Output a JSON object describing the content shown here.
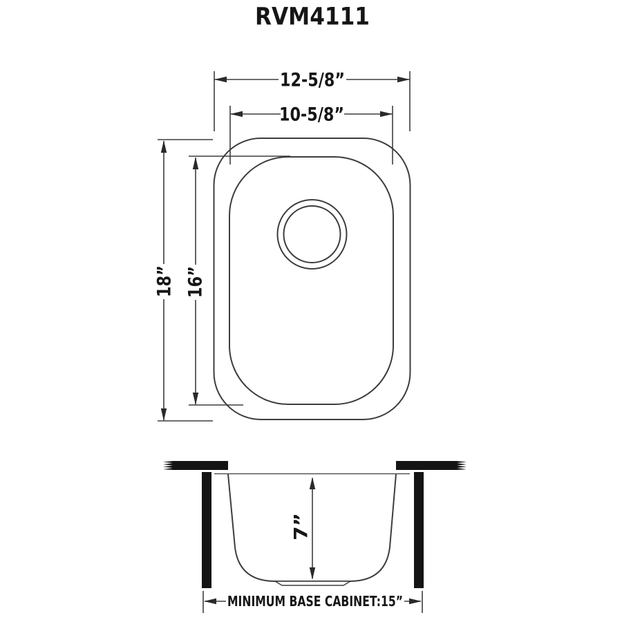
{
  "title": "RVM4111",
  "colors": {
    "background": "#ffffff",
    "line": "#3d3d3d",
    "text": "#161616",
    "solid_fill": "#141414"
  },
  "top_view": {
    "outer_width_label": "12-5/8”",
    "inner_width_label": "10-5/8”",
    "outer_length_label": "18”",
    "inner_length_label": "16”"
  },
  "section_view": {
    "depth_label": "7”",
    "base_cabinet_label": "MINIMUM BASE CABINET:15”"
  }
}
